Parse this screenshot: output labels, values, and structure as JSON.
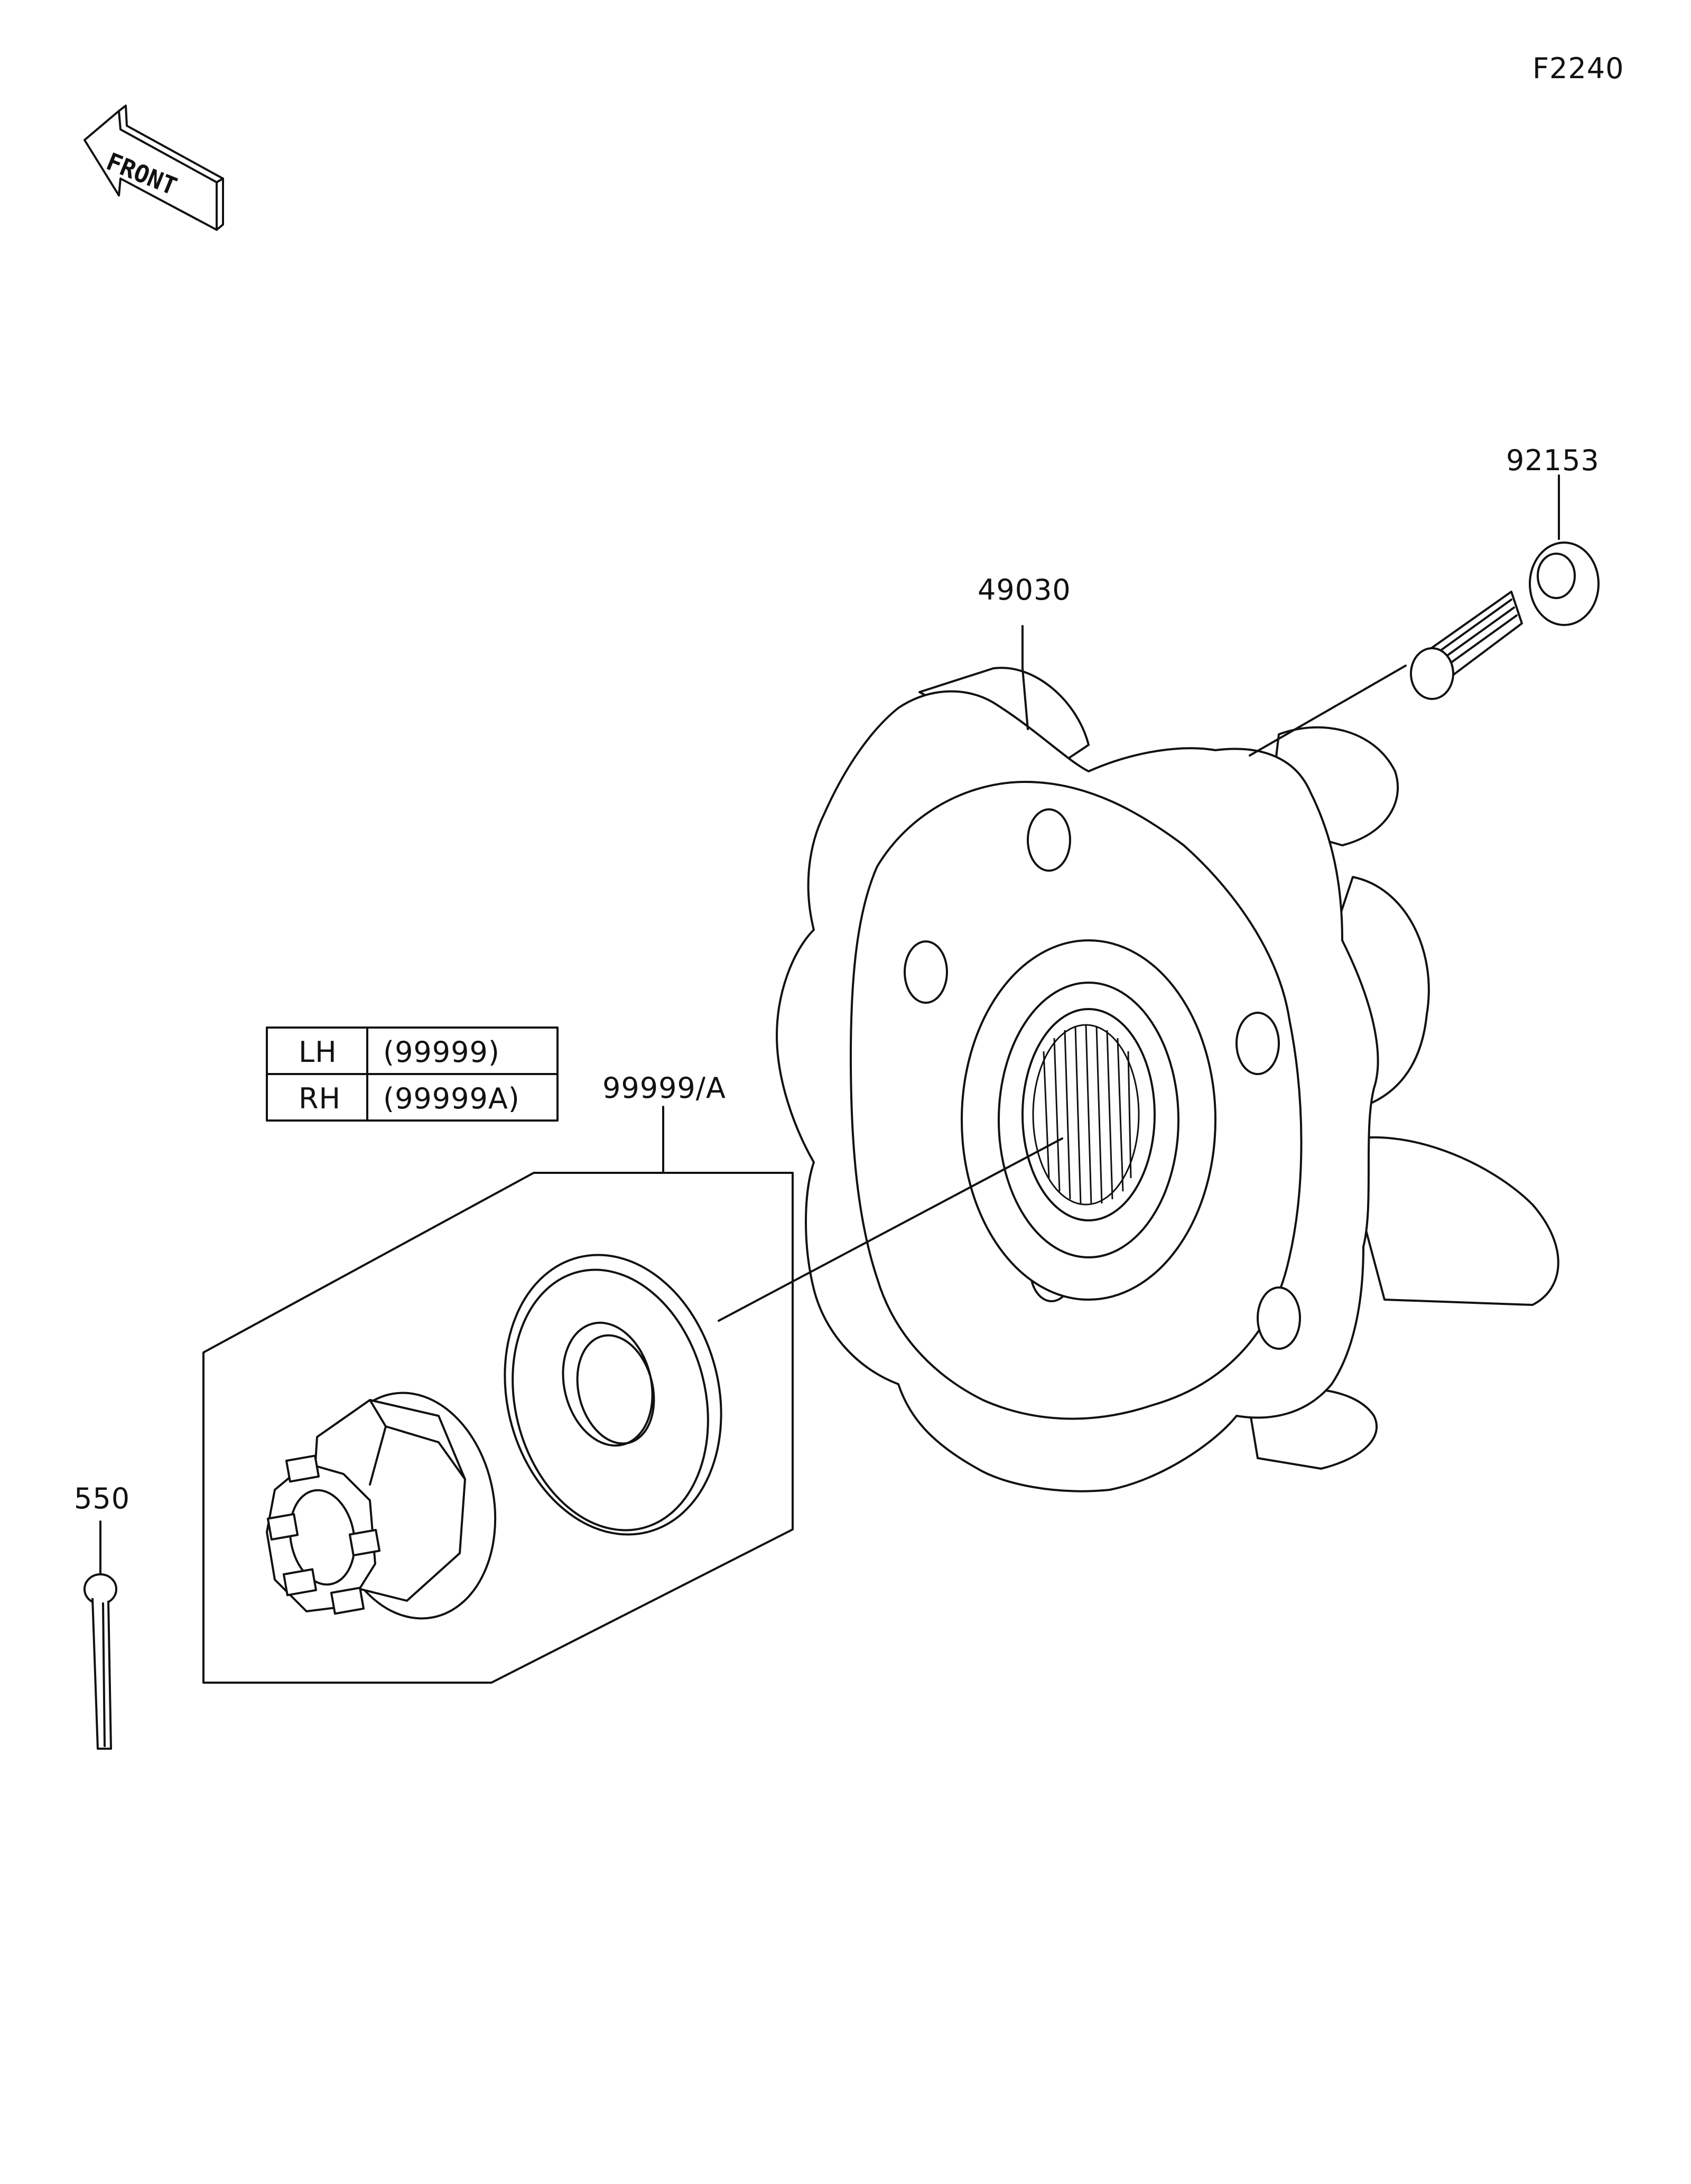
{
  "figure_code": "F2240",
  "front_label": "FRONT",
  "callouts": {
    "bolt": "92153",
    "hub": "49030",
    "nut_washer_set": "99999/A",
    "cotter_pin": "550"
  },
  "variant_table": {
    "rows": [
      {
        "side": "LH",
        "part": "(99999)"
      },
      {
        "side": "RH",
        "part": "(99999A)"
      }
    ]
  }
}
